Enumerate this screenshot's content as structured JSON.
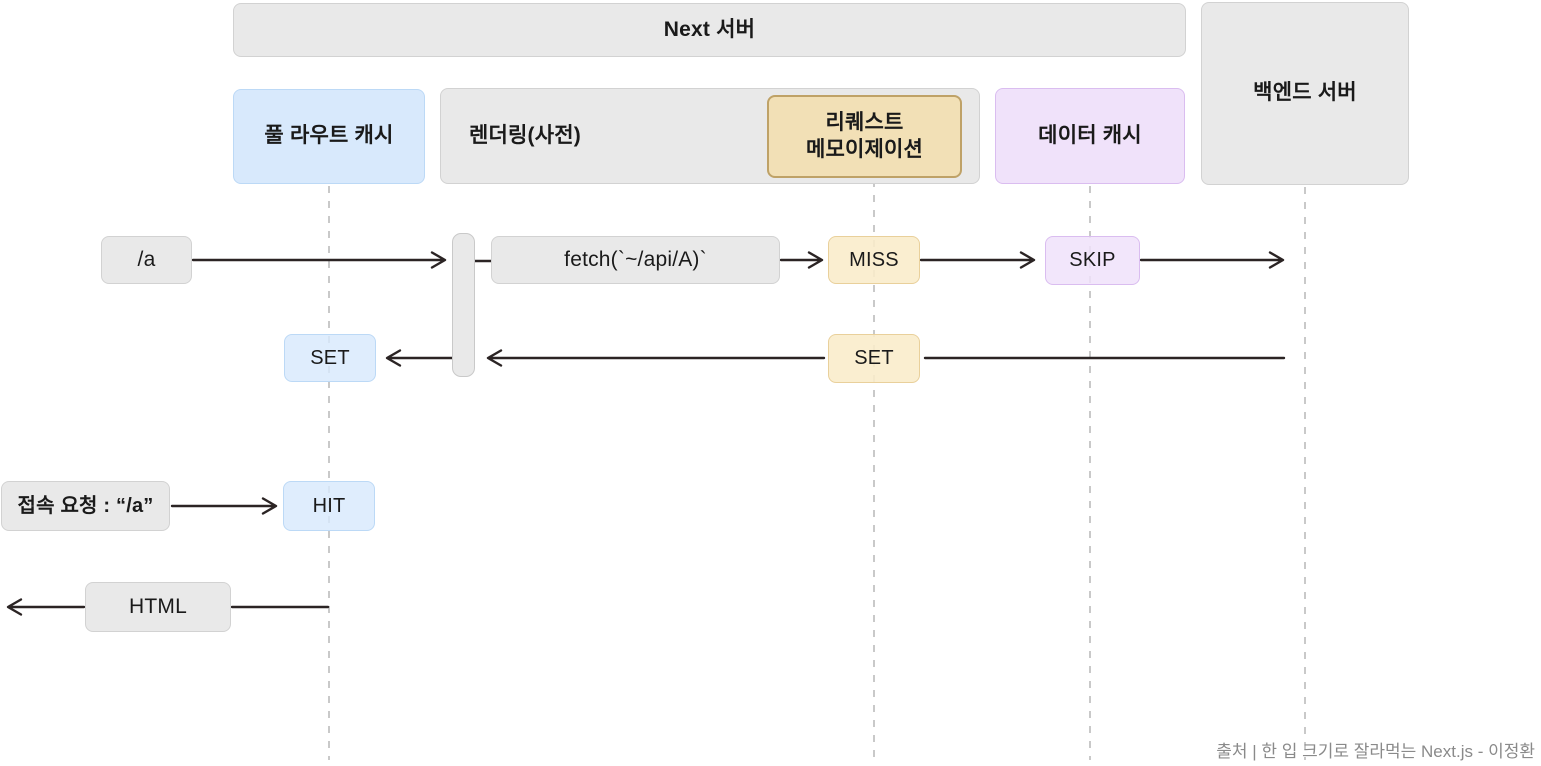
{
  "lanes": {
    "next_server": "Next 서버",
    "backend_server": "백엔드 서버",
    "full_route_cache": "풀 라우트 캐시",
    "rendering": "렌더링(사전)",
    "request_memoization_line1": "리퀘스트",
    "request_memoization_line2": "메모이제이션",
    "data_cache": "데이터 캐시"
  },
  "nodes": {
    "route_a": "/a",
    "fetch_call": "fetch(`~/api/A)`",
    "miss": "MISS",
    "skip": "SKIP",
    "set_data_cache": "SET",
    "set_full_route": "SET",
    "access_request": "접속 요청 : “/a”",
    "hit": "HIT",
    "html": "HTML"
  },
  "footer": {
    "attribution": "출처 | 한 입 크기로 잘라먹는 Next.js - 이정환"
  },
  "colors": {
    "box_gray": "#e9e9e9",
    "box_blue": "#d8e9fc",
    "box_tan": "#f2e0b6",
    "box_purple": "#f0e2fa",
    "lifeline": "#c9c9c9",
    "arrow": "#2b2424"
  }
}
